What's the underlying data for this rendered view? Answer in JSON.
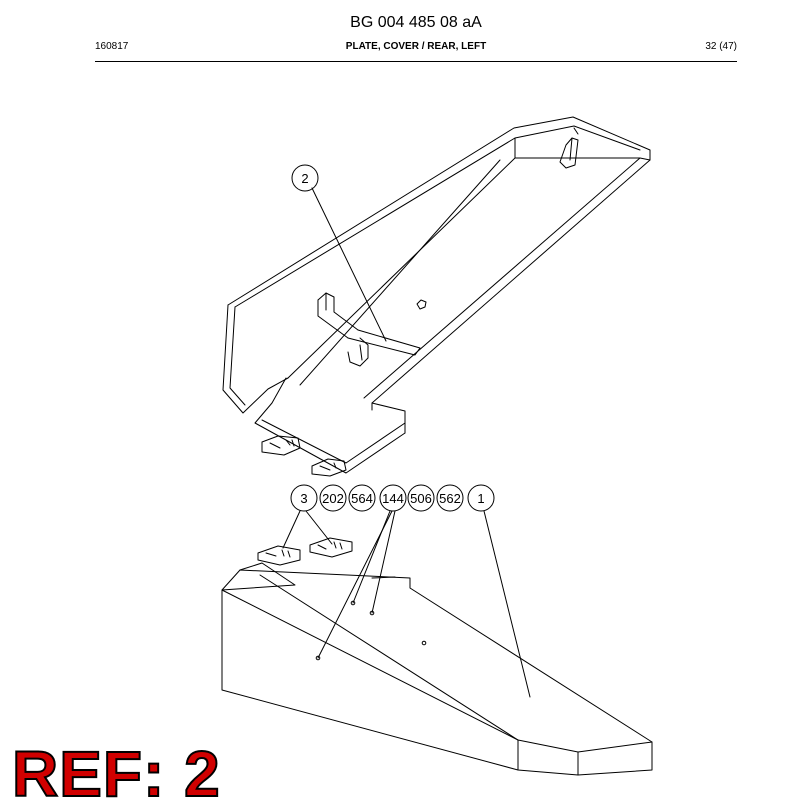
{
  "header": {
    "doc_number": "BG 004 485 08 aA",
    "date_code": "160817",
    "part_title": "PLATE, COVER / REAR, LEFT",
    "page": "32 (47)"
  },
  "callouts": [
    "2",
    "3",
    "202",
    "564",
    "144",
    "506",
    "562",
    "1"
  ],
  "ref_label": "REF: 2",
  "colors": {
    "ref_fill": "#d10000",
    "line": "#000000"
  }
}
